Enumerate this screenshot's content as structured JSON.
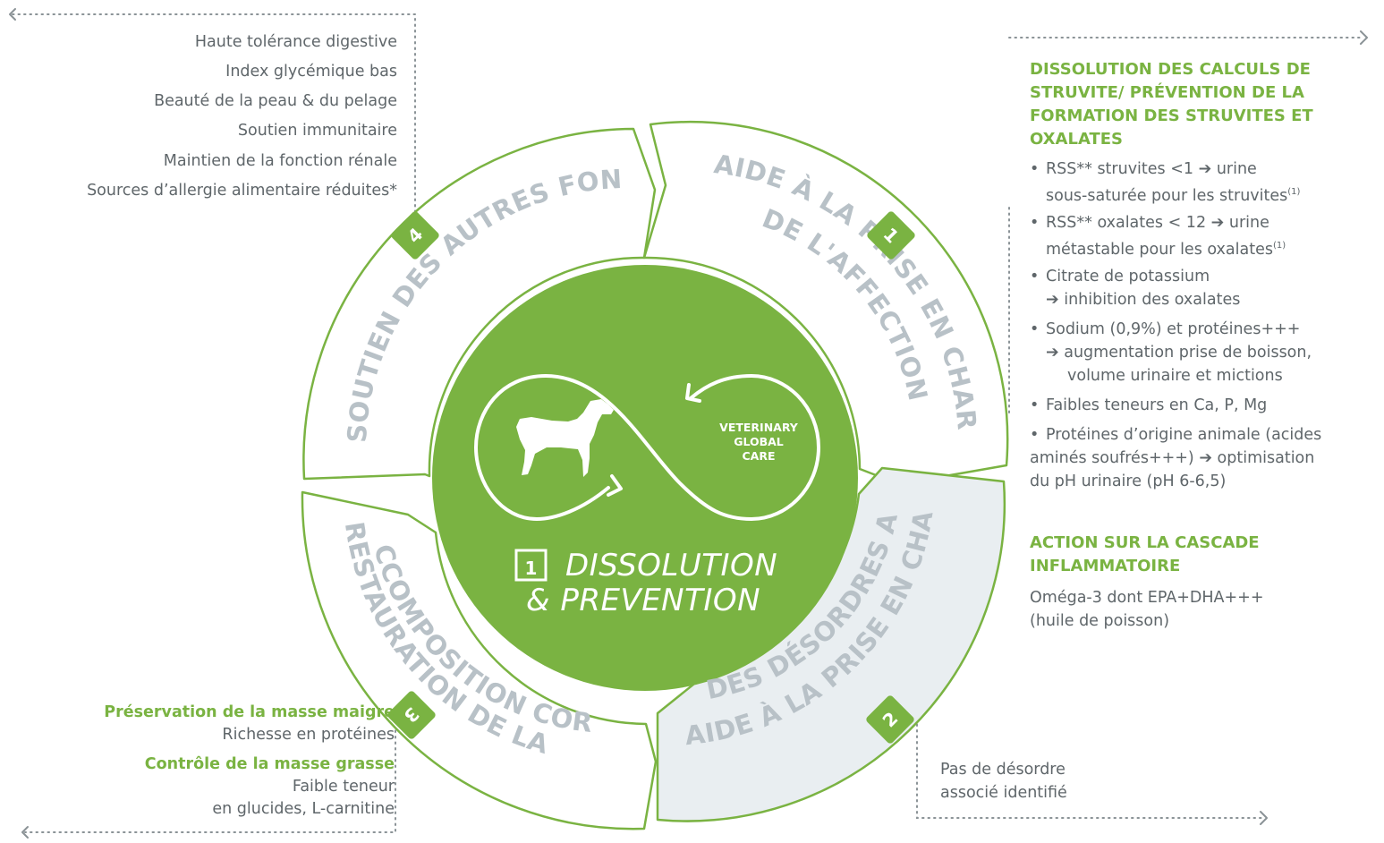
{
  "colors": {
    "green": "#7ab342",
    "grey_text": "#5f666a",
    "arc_text": "#b8c1c7",
    "shade": "#e9eef1"
  },
  "center": {
    "number": "1",
    "title_line1": "DISSOLUTION",
    "title_line2": "& PREVENTION",
    "logo_line1": "VETERINARY",
    "logo_line2": "GLOBAL",
    "logo_line3": "CARE",
    "icon": "dog-icon"
  },
  "segments": [
    {
      "number": "1",
      "line1": "AIDE À LA PRISE EN CHARGE",
      "line2": "DE L'AFFECTION"
    },
    {
      "number": "2",
      "line1": "AIDE À LA PRISE EN CHARGE",
      "line2": "DES DÉSORDRES ASSOCIÉS"
    },
    {
      "number": "3",
      "line1": "RESTAURATION DE LA",
      "line2": "CCOMPOSITION CORPORELLE"
    },
    {
      "number": "4",
      "line1": "SOUTIEN DES AUTRES FONCTIONS"
    }
  ],
  "top_left": {
    "items": [
      "Haute tolérance digestive",
      "Index glycémique bas",
      "Beauté de la peau & du pelage",
      "Soutien immunitaire",
      "Maintien de la fonction rénale",
      "Sources d’allergie alimentaire réduites*"
    ]
  },
  "top_right": {
    "heading": "DISSOLUTION DES CALCULS DE STRUVITE/ PRÉVENTION DE LA FORMATION DES STRUVITES ET OXALATES",
    "bullets": [
      {
        "l1": "RSS** struvites <1 ➔ urine",
        "l2": "sous-saturée pour les struvites",
        "sup": "(1)"
      },
      {
        "l1": "RSS** oxalates < 12 ➔ urine",
        "l2": "métastable pour les oxalates",
        "sup": "(1)"
      },
      {
        "l1": "Citrate de potassium",
        "l2": "➔ inhibition des oxalates"
      },
      {
        "l1": "Sodium (0,9%) et protéines+++",
        "l2": "➔ augmentation prise de boisson,",
        "l3": "volume urinaire et mictions"
      },
      {
        "l1": "Faibles teneurs en Ca, P, Mg"
      },
      {
        "l1": "Protéines d’origine animale (acides",
        "l2": "aminés soufrés+++) ➔ optimisation",
        "l3": "du pH urinaire (pH 6-6,5)"
      }
    ],
    "heading2": "ACTION SUR LA CASCADE INFLAMMATOIRE",
    "text2": "Oméga-3 dont EPA+DHA+++ (huile de poisson)"
  },
  "bottom_left": {
    "head1": "Préservation de la masse maigre",
    "text1": "Richesse en protéines",
    "head2": "Contrôle de la masse grasse",
    "text2a": "Faible teneur",
    "text2b": "en glucides, L-carnitine"
  },
  "bottom_right": {
    "line1": "Pas de désordre",
    "line2": "associé identifié"
  }
}
